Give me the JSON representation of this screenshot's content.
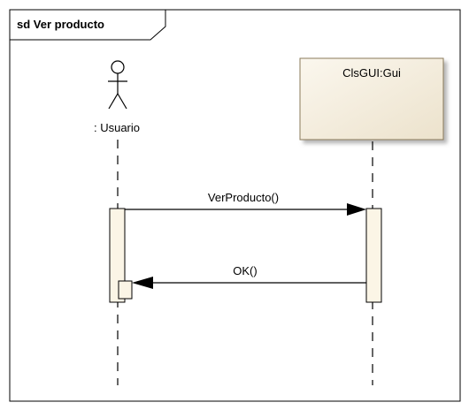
{
  "frame": {
    "title": "sd Ver producto"
  },
  "lifelines": [
    {
      "name": ": Usuario",
      "kind": "actor"
    },
    {
      "name": "ClsGUI:Gui",
      "kind": "object"
    }
  ],
  "messages": [
    {
      "label": "VerProducto()",
      "from": ": Usuario",
      "to": "ClsGUI:Gui"
    },
    {
      "label": "OK()",
      "from": "ClsGUI:Gui",
      "to": ": Usuario"
    }
  ],
  "colors": {
    "box_fill": "#f2ebdc",
    "activation_fill": "#fbf5e6",
    "line": "#000000",
    "background": "#ffffff"
  }
}
